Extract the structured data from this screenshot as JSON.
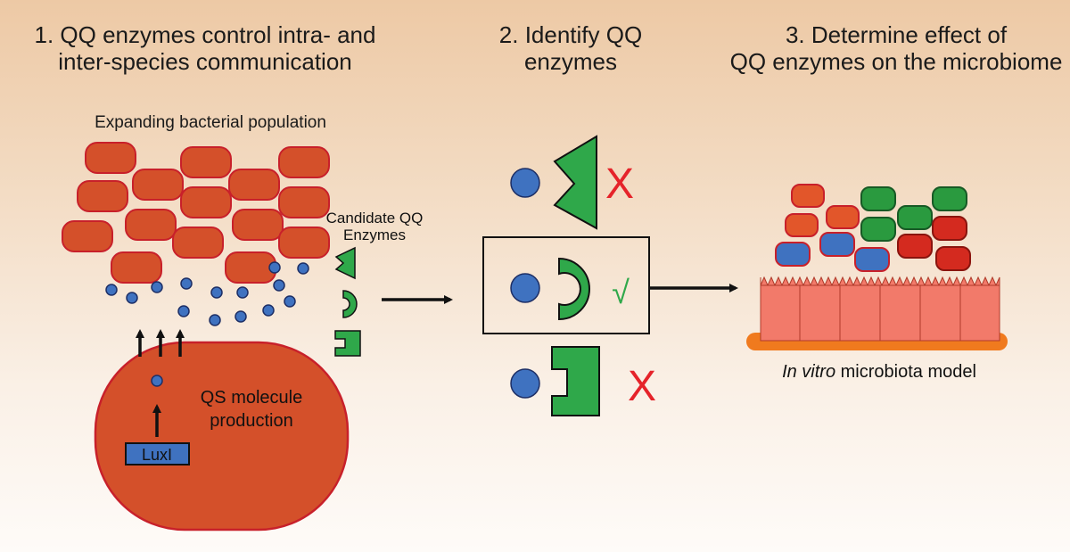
{
  "headings": {
    "step1_line1": "1. QQ enzymes control intra- and",
    "step1_line2": "inter-species communication",
    "step2_line1": "2. Identify QQ",
    "step2_line2": "enzymes",
    "step3_line1": "3. Determine effect of",
    "step3_line2": "QQ enzymes on the microbiome"
  },
  "labels": {
    "population": "Expanding bacterial population",
    "candidate_line1": "Candidate QQ",
    "candidate_line2": "Enzymes",
    "qs_line1": "QS molecule",
    "qs_line2": "production",
    "luxi": "LuxI",
    "model_italic": "In vitro",
    "model_rest": " microbiota model",
    "mark_x": "X",
    "mark_check": "√"
  },
  "colors": {
    "bacteria_orange": "#d4502a",
    "bacteria_outline": "#c8202a",
    "signal_blue": "#3f72c0",
    "enzyme_green": "#2fa84a",
    "reject_red": "#e5232a",
    "accept_green": "#2fa84a",
    "epithelium": "#f27a6a",
    "basement": "#f07a1e",
    "mb_blue": "#3f72c0",
    "mb_green": "#2a9a3f",
    "mb_red": "#d42a1f",
    "mb_orange": "#e2562a"
  }
}
